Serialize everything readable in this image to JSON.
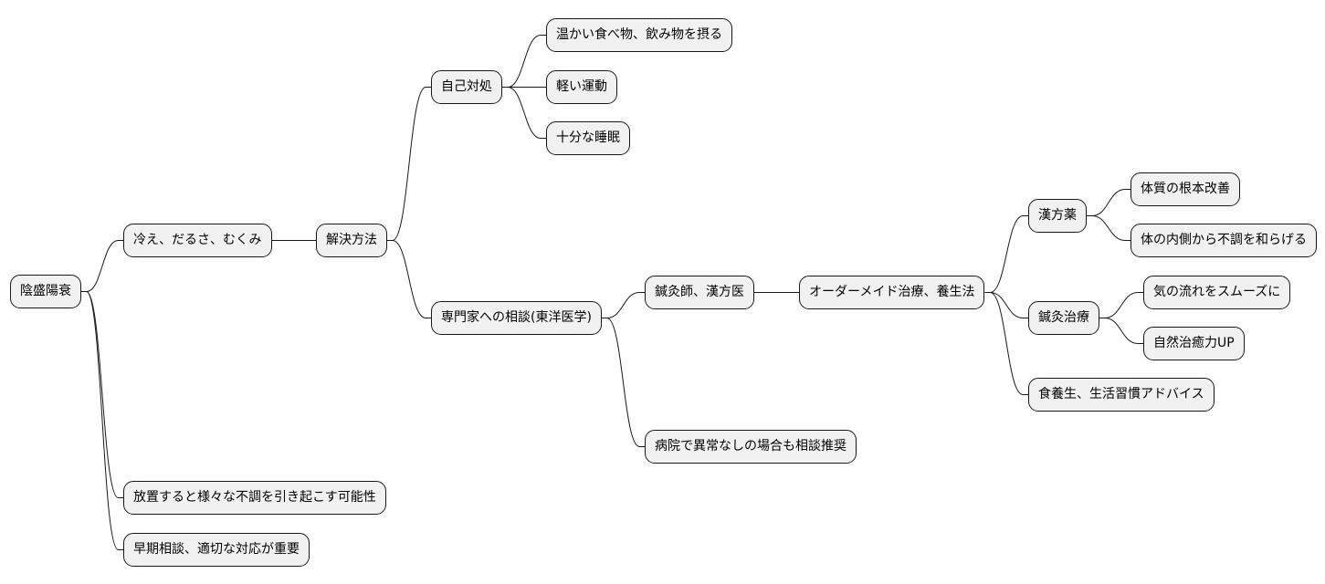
{
  "nodes": {
    "root": "陰盛陽衰",
    "symptoms": "冷え、だるさ、むくみ",
    "solution": "解決方法",
    "selfcare": "自己対処",
    "warm_food": "温かい食べ物、飲み物を摂る",
    "light_exercise": "軽い運動",
    "enough_sleep": "十分な睡眠",
    "consult": "専門家への相談(東洋医学)",
    "acupuncturist": "鍼灸師、漢方医",
    "order_made": "オーダーメイド治療、養生法",
    "kampo": "漢方薬",
    "constitution": "体質の根本改善",
    "inner_relief": "体の内側から不調を和らげる",
    "acupuncture": "鍼灸治療",
    "qi_flow": "気の流れをスムーズに",
    "natural_healing": "自然治癒力UP",
    "diet_advice": "食養生、生活習慣アドバイス",
    "hospital": "病院で異常なしの場合も相談推奨",
    "neglect": "放置すると様々な不調を引き起こす可能性",
    "early": "早期相談、適切な対応が重要"
  },
  "edges": [
    [
      "root",
      "symptoms"
    ],
    [
      "root",
      "neglect"
    ],
    [
      "root",
      "early"
    ],
    [
      "symptoms",
      "solution"
    ],
    [
      "solution",
      "selfcare"
    ],
    [
      "solution",
      "consult"
    ],
    [
      "selfcare",
      "warm_food"
    ],
    [
      "selfcare",
      "light_exercise"
    ],
    [
      "selfcare",
      "enough_sleep"
    ],
    [
      "consult",
      "acupuncturist"
    ],
    [
      "consult",
      "hospital"
    ],
    [
      "acupuncturist",
      "order_made"
    ],
    [
      "order_made",
      "kampo"
    ],
    [
      "order_made",
      "acupuncture"
    ],
    [
      "order_made",
      "diet_advice"
    ],
    [
      "kampo",
      "constitution"
    ],
    [
      "kampo",
      "inner_relief"
    ],
    [
      "acupuncture",
      "qi_flow"
    ],
    [
      "acupuncture",
      "natural_healing"
    ]
  ],
  "colors": {
    "node_fill": "#f1f1f1",
    "node_border": "#181818",
    "line": "#181818"
  }
}
